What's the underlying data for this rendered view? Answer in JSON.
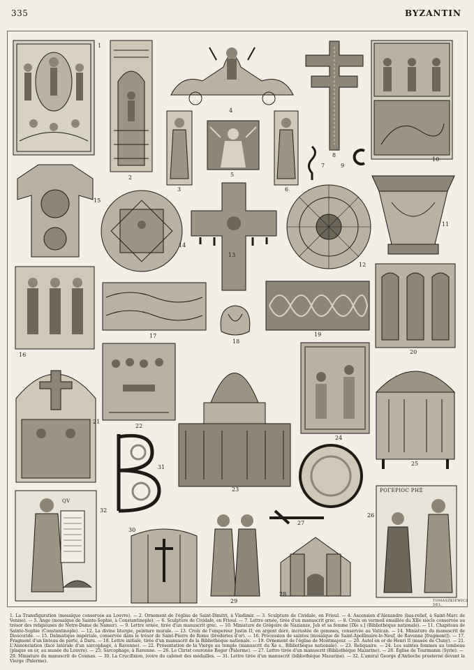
{
  "header": {
    "page_number": "335",
    "title": "BYZANTIN"
  },
  "figure_numbers": [
    "1",
    "2",
    "3",
    "4",
    "5",
    "6",
    "7",
    "8",
    "9",
    "10",
    "11",
    "12",
    "13",
    "14",
    "15",
    "16",
    "17",
    "18",
    "19",
    "20",
    "21",
    "22",
    "23",
    "24",
    "25",
    "26",
    "27",
    "28",
    "29",
    "30",
    "31",
    "32"
  ],
  "inscriptions": {
    "fig32": "QV",
    "fig26": "ΡΟΓΕΡΙΟϹ ΡΗΞ"
  },
  "engraver": "TOMASZKIEWICZ DEL.",
  "captions": [
    "1. La Transfiguration (mosaïque conservée au Louvre). —",
    "2. Ornement de l'église de Saint-Dimitri, à Vladimir. —",
    "3. Sculpture de Cividale, en Frioul. —",
    "4. Ascension d'Alexandre (bas-relief, à Saint-Marc de Venise). —",
    "5. Ange (mosaïque de Sainte-Sophie, à Constantinople). —",
    "6. Sculpture de Cividale, en Frioul. —",
    "7. Lettre ornée, tirée d'un manuscrit grec. —",
    "8. Croix en vermeil émaillée du XIIe siècle conservée au trésor des religieuses de Notre-Dame de Namur). —",
    "9. Lettre ornée, tirée d'un manuscrit grec. —",
    "10. Miniature de Grégoire de Nazianze, Job et sa femme [IXe s.] (Bibliothèque nationale). —",
    "11. Chapiteau de Sainte-Sophie (Constantinople). —",
    "12. La divine liturgie, peinture murale. —",
    "13. Croix de l'empereur Justin II, en argent doré, incrustée de gemmes, conservée au Vatican. —",
    "14. Miniature du manuscrit de Dioscoride. —",
    "15. Dalmatique impériale, conservée dans le trésor de Saint-Pierre de Rome (broderies d'or). —",
    "16. Procession de saintes (mosaïque de Saint-Apollinaire-le-Neuf, de Ravenne [fragment]). —",
    "17. Fragment d'un linteau de porte, à Daru. —",
    "18. Lettre initiale, tirée d'un manuscrit de la Bibliothèque nationale. —",
    "19. Ornement de l'église de Montmajour. —",
    "20. Autel en or de Henri II (musée de Cluny). —",
    "21. L'Annonciation (face latérale d'un sarcophage, à Ravenne). —",
    "22. Présentation de la Vierge au temple (manuscrit du Xe s., Bibliothèque nationale). —",
    "23. Reliquaire. —",
    "24. Les saintes femmes au tombeau (plaque en or, au musée du Louvre). —",
    "25. Sarcophage, à Ravenne. —",
    "26. Le Christ couronne Roger (Palerme). —",
    "27. Lettre tirée d'un manuscrit (Bibliothèque Mazarine). —",
    "28. Église de Tourmanin (Syrie). —",
    "29. Miniature du manuscrit de Cosmas. —",
    "30. La Crucifixion, ivoire du cabinet des médailles. —",
    "31. Lettre tirée d'un manuscrit (bibliothèque Mazarine). —",
    "32. L'amiral George d'Antioche prosterné devant la Vierge (Palerme)."
  ],
  "colors": {
    "paper": "#f3efe6",
    "ink": "#1e1b17",
    "shade": "#8c8578",
    "mid": "#b9b2a4"
  }
}
